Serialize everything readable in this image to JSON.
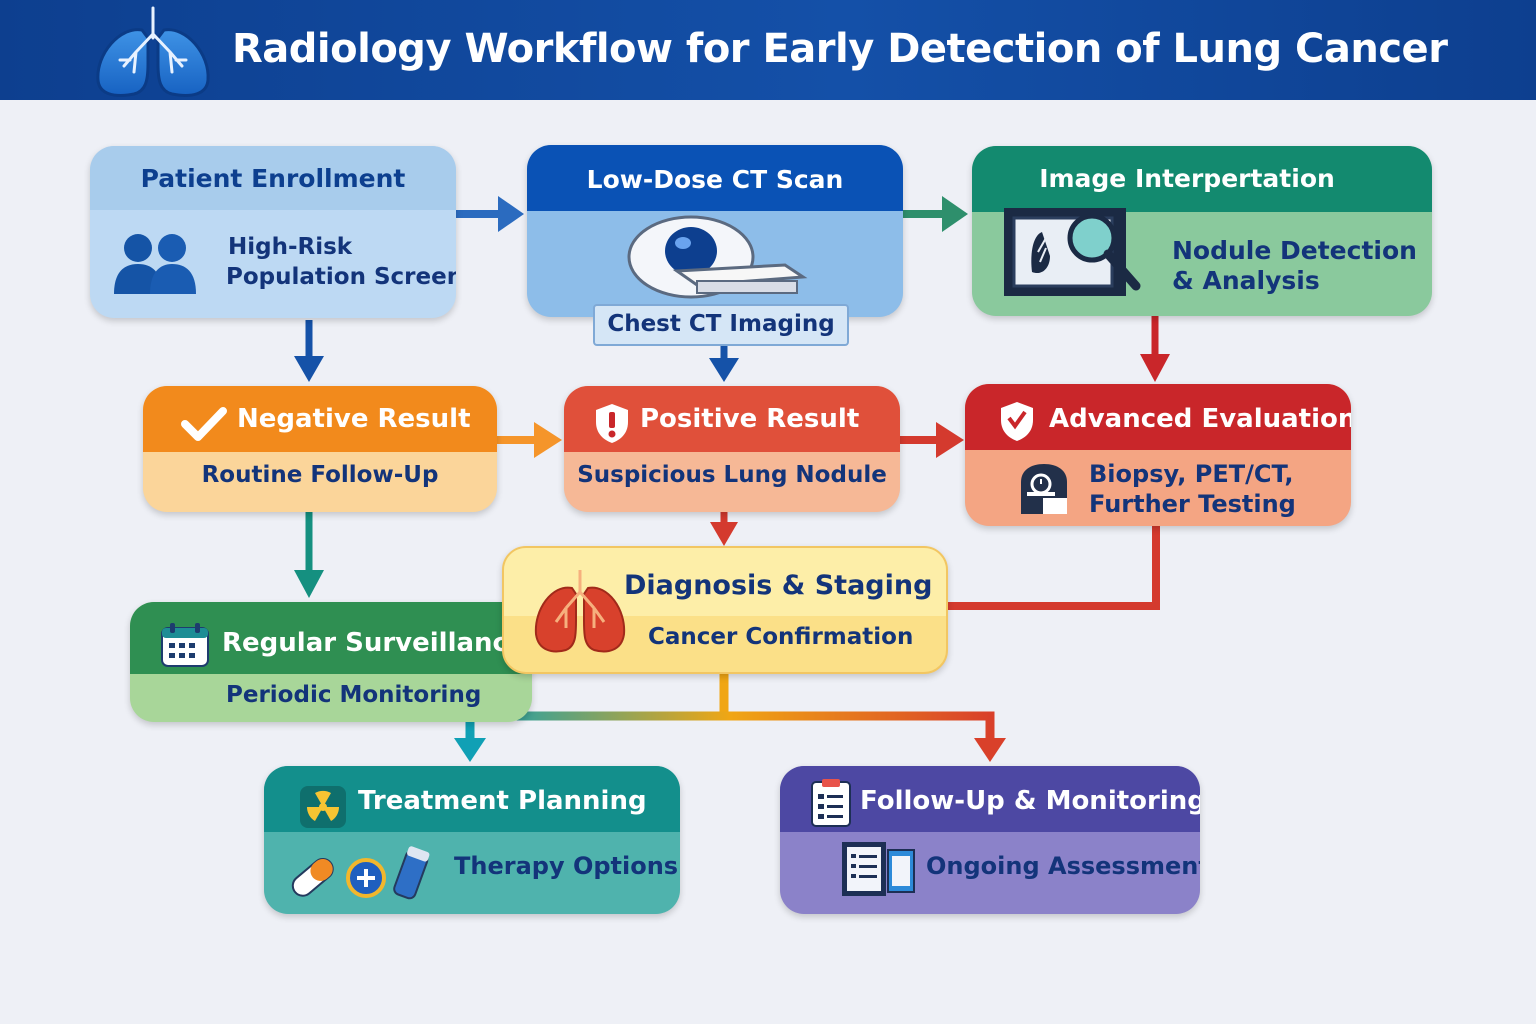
{
  "header": {
    "title": "Radiology Workflow for Early Detection of Lung Cancer",
    "logo_icon": "lungs-icon"
  },
  "colors": {
    "header": "#0d3f8f",
    "enrollment": "#a9cdec",
    "ct_scan": "#0a52b5",
    "interpretation": "#138a6f",
    "negative": "#f28a1c",
    "positive": "#e0503a",
    "advanced": "#c9262a",
    "diagnosis": "#fbe79a",
    "surveillance": "#2f8f52",
    "treatment": "#138f8c",
    "followup": "#4d48a3"
  },
  "nodes": {
    "enrollment": {
      "title": "Patient Enrollment",
      "line1": "High-Risk",
      "line2": "Population Screening",
      "icon": "people-icon"
    },
    "ct_scan": {
      "title": "Low-Dose CT Scan",
      "caption": "Chest CT Imaging",
      "icon": "ct-scanner-icon"
    },
    "interpretation": {
      "title": "Image Interpertation",
      "line1": "Nodule Detection",
      "line2": "& Analysis",
      "icon": "xray-magnifier-icon"
    },
    "negative": {
      "title": "Negative Result",
      "subtitle": "Routine Follow-Up",
      "icon": "checkmark-icon"
    },
    "positive": {
      "title": "Positive Result",
      "subtitle": "Suspicious Lung Nodule",
      "icon": "alert-shield-icon"
    },
    "advanced": {
      "title": "Advanced Evaluation",
      "line1": "Biopsy, PET/CT,",
      "line2": "Further Testing",
      "icon": "biopsy-device-icon"
    },
    "diagnosis": {
      "title": "Diagnosis & Staging",
      "subtitle": "Cancer Confirmation",
      "icon": "red-lungs-icon"
    },
    "surveillance": {
      "title": "Regular Surveillance",
      "subtitle": "Periodic Monitoring",
      "icon": "calendar-icon"
    },
    "treatment": {
      "title": "Treatment Planning",
      "subtitle": "Therapy Options",
      "icon": "radiation-icon"
    },
    "followup": {
      "title": "Follow-Up & Monitoring",
      "subtitle": "Ongoing Assessment",
      "icon": "checklist-icon"
    }
  }
}
